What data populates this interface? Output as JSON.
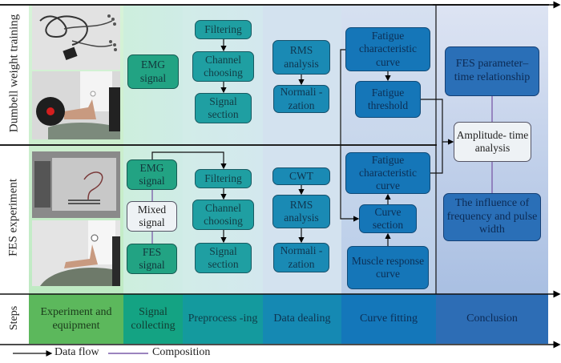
{
  "row_labels": {
    "dumbell": "Dumbell weight training",
    "fes": "FES experiment",
    "steps": "Steps"
  },
  "photos": {
    "emg_device": "EMG electrode cables and acquisition unit",
    "dumbell_training": "Subject lifting dumbbell with electrode on arm",
    "fes_device": "FES stimulator equipment",
    "fes_subject": "Seated subject with FES electrode on arm"
  },
  "dumbell_row": {
    "emg_signal": "EMG signal",
    "filtering": "Filtering",
    "channel_choosing": "Channel choosing",
    "signal_section": "Signal section",
    "rms_analysis": "RMS analysis",
    "normalization": "Normali -zation",
    "fatigue_curve": "Fatigue characteristic curve",
    "fatigue_threshold": "Fatigue threshold"
  },
  "fes_row": {
    "emg_signal": "EMG signal",
    "mixed_signal": "Mixed signal",
    "fes_signal": "FES signal",
    "filtering": "Filtering",
    "channel_choosing": "Channel choosing",
    "signal_section": "Signal section",
    "cwt": "CWT",
    "rms_analysis": "RMS analysis",
    "normalization": "Normali -zation",
    "fatigue_curve": "Fatigue characteristic curve",
    "curve_section": "Curve section",
    "muscle_response": "Muscle response curve"
  },
  "conclusion": {
    "fes_parameter": "FES parameter– time relationship",
    "amplitude_time": "Amplitude- time analysis",
    "influence": "The  influence of frequency and pulse width"
  },
  "steps": [
    {
      "label": "Experiment and equipment",
      "color": "#5cb85c"
    },
    {
      "label": "Signal collecting",
      "color": "#14a383"
    },
    {
      "label": "Preprocess -ing",
      "color": "#149a9e"
    },
    {
      "label": "Data dealing",
      "color": "#1589b3"
    },
    {
      "label": "Curve fitting",
      "color": "#1477ba"
    },
    {
      "label": "Conclusion",
      "color": "#2d6db5"
    }
  ],
  "legend": {
    "data_flow": "Data flow",
    "composition": "Composition",
    "data_flow_color": "#000000",
    "composition_color": "#8a5fb0"
  }
}
